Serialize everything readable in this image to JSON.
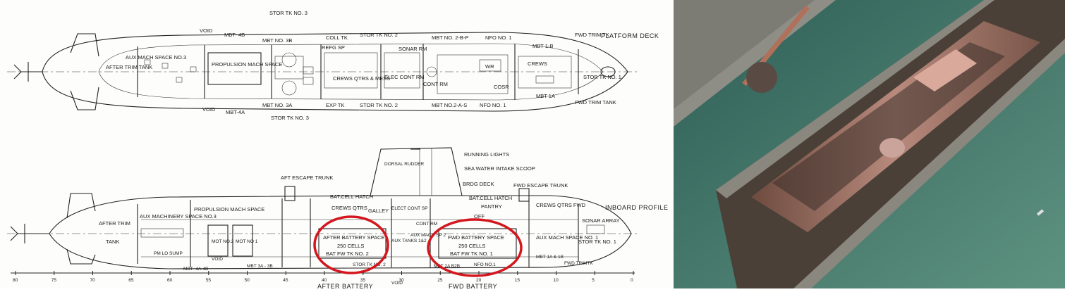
{
  "platform": {
    "title": "PLATFORM DECK",
    "labels": {
      "stor_tk_3_top": "STOR TK NO. 3",
      "void_top": "VOID",
      "mbt_4b": "MBT- 4B",
      "coll_tk": "COLL TK",
      "stor_tk_2_top": "STOR TK NO. 2",
      "mbt_2bp": "MBT NO. 2-B-P",
      "nfo_1_top": "NFO NO. 1",
      "fwd_trim_tk": "FWD TRIM TK",
      "after_trim_tank": "AFTER TRIM TANK",
      "aux_mach_3": "AUX MACH SPACE NO.3",
      "propulsion_mach": "PROPULSION MACH SPACE",
      "mbt_3b": "MBT NO. 3B",
      "refg_sp": "REFG SP",
      "sonar_rm": "SONAR RM",
      "crews_qtrs_mess": "CREWS QTRS & MESS",
      "elec_cont_rm": "ELEC CONT RM",
      "cont_rm": "CONT RM",
      "wr": "WR",
      "cosr": "COSR",
      "crews": "CREWS",
      "stor_tk_1": "STOR TK NO. 1",
      "mbt_1b": "MBT 1-B",
      "mbt_1a": "MBT 1A",
      "fwd_trim_tank": "FWD TRIM TANK",
      "void_bottom": "VOID",
      "mbt_4a": "MBT-4A",
      "mbt_3a": "MBT NO. 3A",
      "exp_tk": "EXP TK",
      "stor_tk_2_bot": "STOR TK NO. 2",
      "mbt_2as": "MBT NO.2-A-S",
      "nfo_1_bot": "NFO NO. 1",
      "stor_tk_3_bot": "STOR TK NO. 3"
    }
  },
  "inboard": {
    "title": "INBOARD PROFILE",
    "labels": {
      "running_lights": "RUNNING LIGHTS",
      "sea_water": "SEA WATER INTAKE SCOOP",
      "brdg_deck": "BRDG DECK",
      "dorsal_rudder": "DORSAL RUDDER",
      "aft_escape": "AFT ESCAPE TRUNK",
      "fwd_escape": "FWD ESCAPE TRUNK",
      "bat_cell_hatch_1": "BAT.CELL HATCH",
      "bat_cell_hatch_2": "BAT.CELL HATCH",
      "crews_qtrs": "CREWS QTRS",
      "galley": "GALLEY",
      "elect_cont_sp": "ELECT CONT SP",
      "cont_rm": "CONT RM",
      "pantry": "PANTRY",
      "off": "OFF",
      "crews_qtrs_fwd": "CREWS QTRS FWD",
      "sonar_array": "SONAR ARRAY",
      "after_trim": "AFTER TRIM",
      "tank": "TANK",
      "aux_machinery_3": "AUX MACHINERY SPACE NO.3",
      "propulsion_mach": "PROPULSION MACH SPACE",
      "mot_2": "MOT NO.2",
      "mot_1": "MOT NO 1",
      "after_battery": "AFTER BATTERY SPACE",
      "after_cells": "250 CELLS",
      "after_bat_fw": "BAT FW TK NO. 2",
      "aux_tanks": "AUX TANKS 1&2",
      "aux_mach_2": "AUX MACH SP 2",
      "fwd_battery": "FWD BATTERY SPACE",
      "fwd_cells": "250 CELLS",
      "fwd_bat_fw": "BAT FW TK NO. 1",
      "aux_mach_1": "AUX MACH SPACE NO. 1",
      "stor_tk_1": "STOR TK NO. 1",
      "pm_lo_sump": "PM LO SUMP",
      "void_1": "VOID",
      "mbt_4a_4b": "MBT- 4A-4B",
      "mbt_3a_3b": "MBT 3A - 3B",
      "stor_tk_2": "STOR TK NO. 2",
      "mbt_2a_2b": "MBT 2A B2B",
      "nfo_1": "NFO NO.1",
      "mbt_1a_1b": "MBT 1A & 1B",
      "fwd_trimtk": "FWD TRIMTK",
      "void_2": "VOID",
      "after_battery_bottom": "AFTER BATTERY",
      "fwd_battery_bottom": "FWD BATTERY"
    },
    "frames": [
      "80",
      "75",
      "70",
      "65",
      "60",
      "55",
      "50",
      "45",
      "40",
      "35",
      "30",
      "25",
      "20",
      "15",
      "10",
      "5",
      "0"
    ]
  },
  "colors": {
    "highlight": "#d4161e",
    "water": "#41776d",
    "water_light": "#5e9280"
  }
}
